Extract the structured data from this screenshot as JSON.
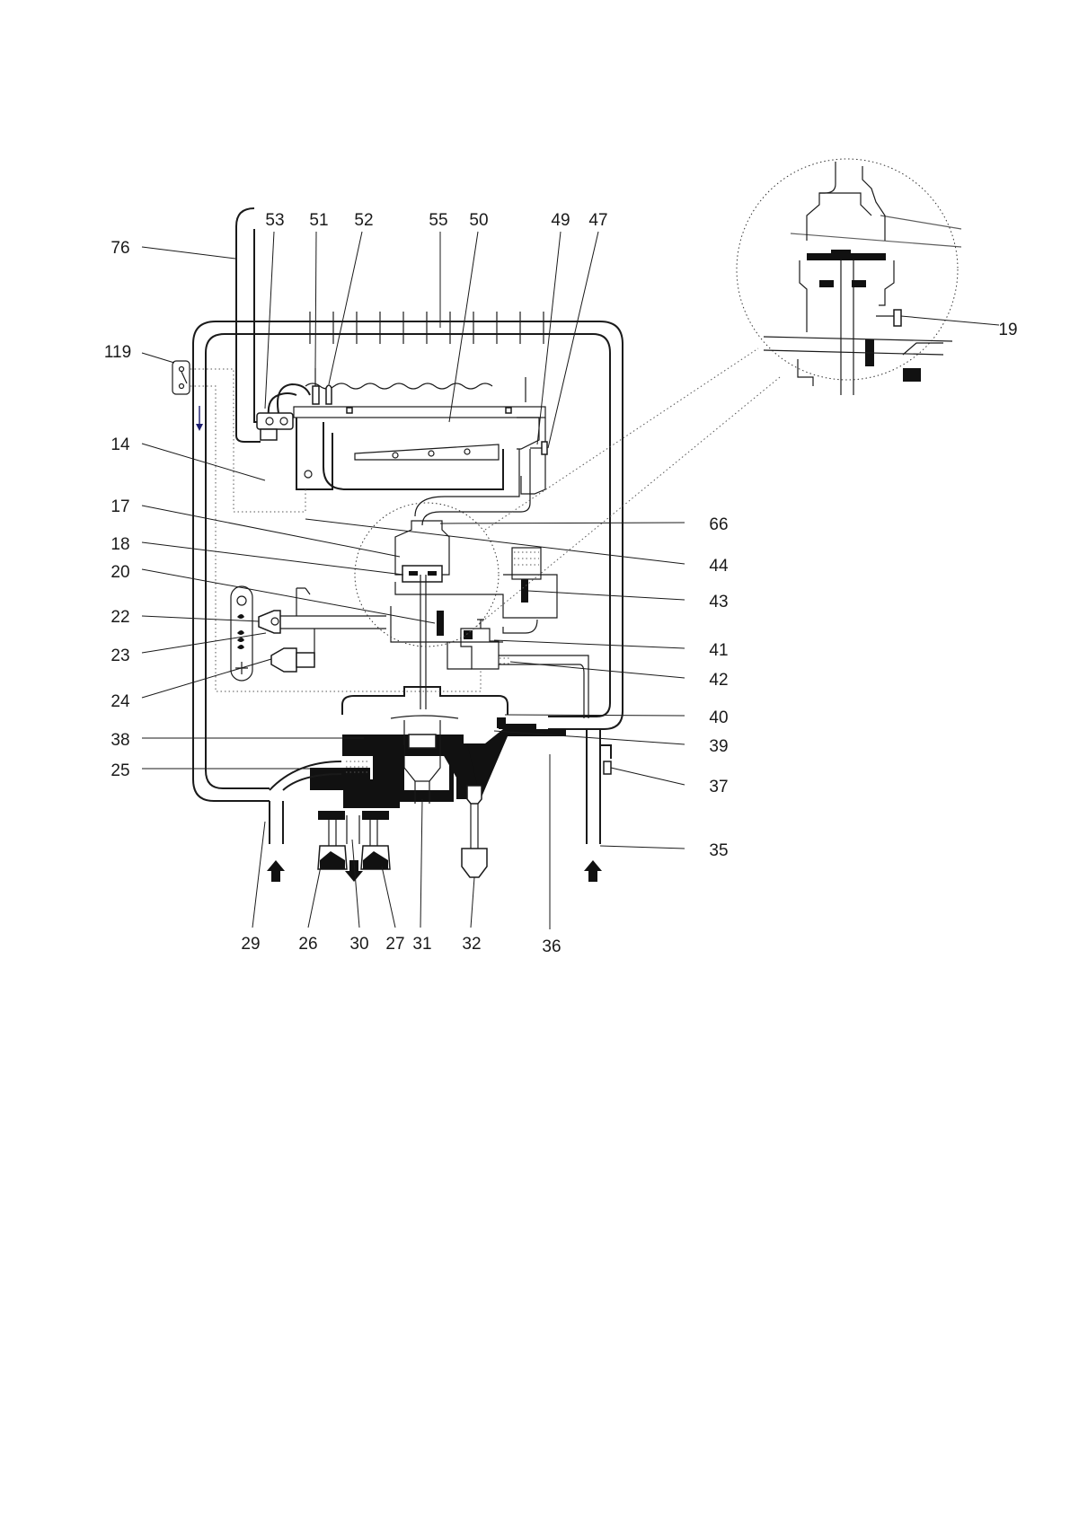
{
  "labels": {
    "l76": "76",
    "l53": "53",
    "l51": "51",
    "l52": "52",
    "l55": "55",
    "l50": "50",
    "l49": "49",
    "l47": "47",
    "l19": "19",
    "l119": "119",
    "l14": "14",
    "l17": "17",
    "l18": "18",
    "l20": "20",
    "l22": "22",
    "l23": "23",
    "l24": "24",
    "l38": "38",
    "l25": "25",
    "l66": "66",
    "l44": "44",
    "l43": "43",
    "l41": "41",
    "l42": "42",
    "l40": "40",
    "l39": "39",
    "l37": "37",
    "l35": "35",
    "l29": "29",
    "l26": "26",
    "l30": "30",
    "l27": "27",
    "l31": "31",
    "l32": "32",
    "l36": "36"
  }
}
